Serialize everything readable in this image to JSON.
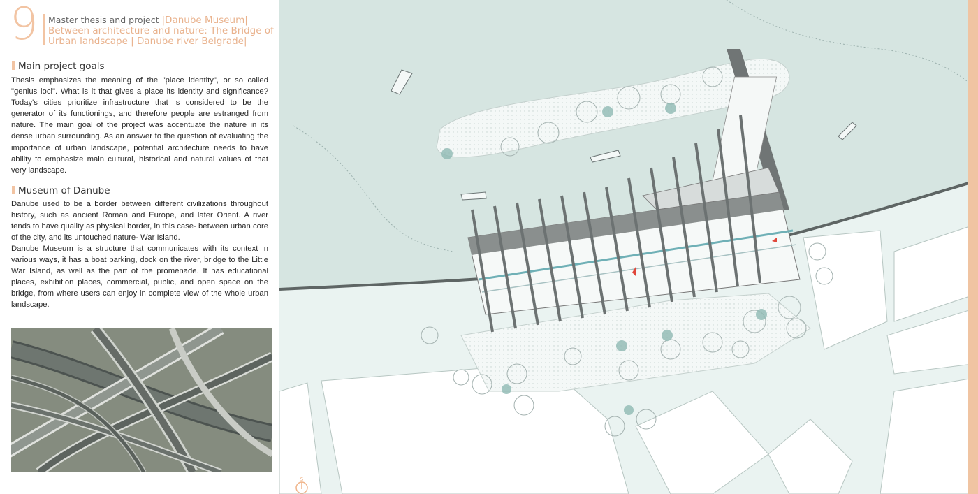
{
  "page": {
    "number": "9",
    "accent": "#f2c4a3",
    "water": "#d6e5e1",
    "land": "#eaf3f1"
  },
  "header": {
    "lead": "Master thesis and project ",
    "project": "|Danube Museum|",
    "line2": "Between architecture and nature:  The Bridge of",
    "line3": "Urban  landscape | Danube river Belgrade|"
  },
  "sections": [
    {
      "title": "Main project goals",
      "paragraphs": [
        "Thesis emphasizes the meaning of the \"place identity\", or so called \"genius loci\". What is it that gives a place its identity and significance? Today's cities prioritize infrastructure that is considered to be the generator of its functionings, and therefore people are estranged from nature. The main goal of the project was accentuate the nature in its dense urban surrounding. As an answer to the question of evaluating the importance of urban landscape, potential architecture needs to have ability to emphasize main cultural, historical and natural values of that very landscape."
      ]
    },
    {
      "title": "Museum of Danube",
      "paragraphs": [
        "Danube used to be a border between different civilizations throughout history, such as ancient Roman and Europe, and later Orient. A river tends to have quality as physical border, in this case- between urban core of the city, and its untouched nature- War Island.",
        "Danube Museum is a structure that communicates with its context in various ways, it has a boat parking, dock on the river, bridge to the Little War Island, as well as the part of the promenade. It has educational places, exhibition places, commercial, public, and open space on the bridge, from where users can enjoy in complete view of the whole urban landscape."
      ]
    }
  ],
  "plan": {
    "north_label": "S"
  }
}
